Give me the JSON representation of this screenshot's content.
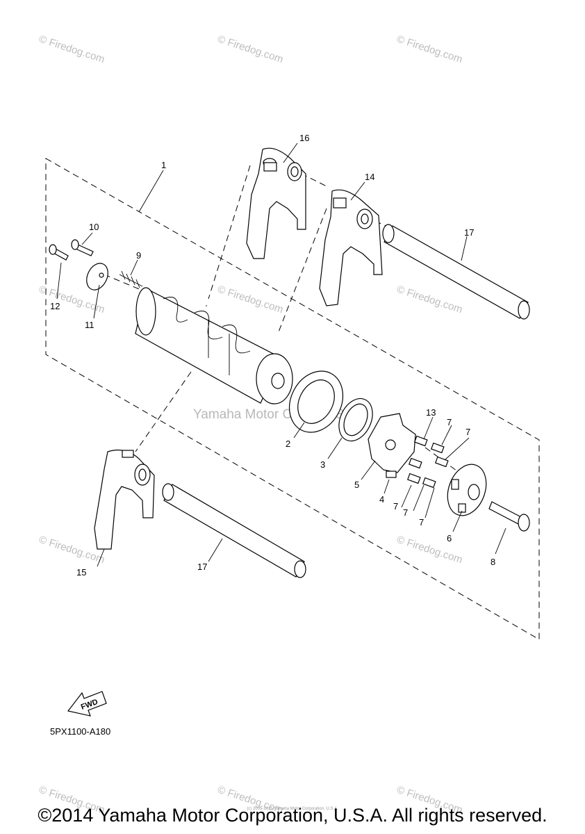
{
  "diagram": {
    "code": "5PX1100-A180",
    "fwd_label": "FWD",
    "center_watermark": "Yamaha Motor Corp., U.S.A.",
    "watermark_text": "© Firedog.com",
    "callouts": [
      "1",
      "2",
      "3",
      "4",
      "5",
      "6",
      "7",
      "8",
      "9",
      "10",
      "11",
      "12",
      "13",
      "14",
      "15",
      "16",
      "17"
    ]
  },
  "footer": {
    "copyright": "©2014 Yamaha Motor Corporation, U.S.A. All rights reserved.",
    "small_print": "(c) 2005-2015 Yamaha Motor Corporation, U.S.A."
  }
}
